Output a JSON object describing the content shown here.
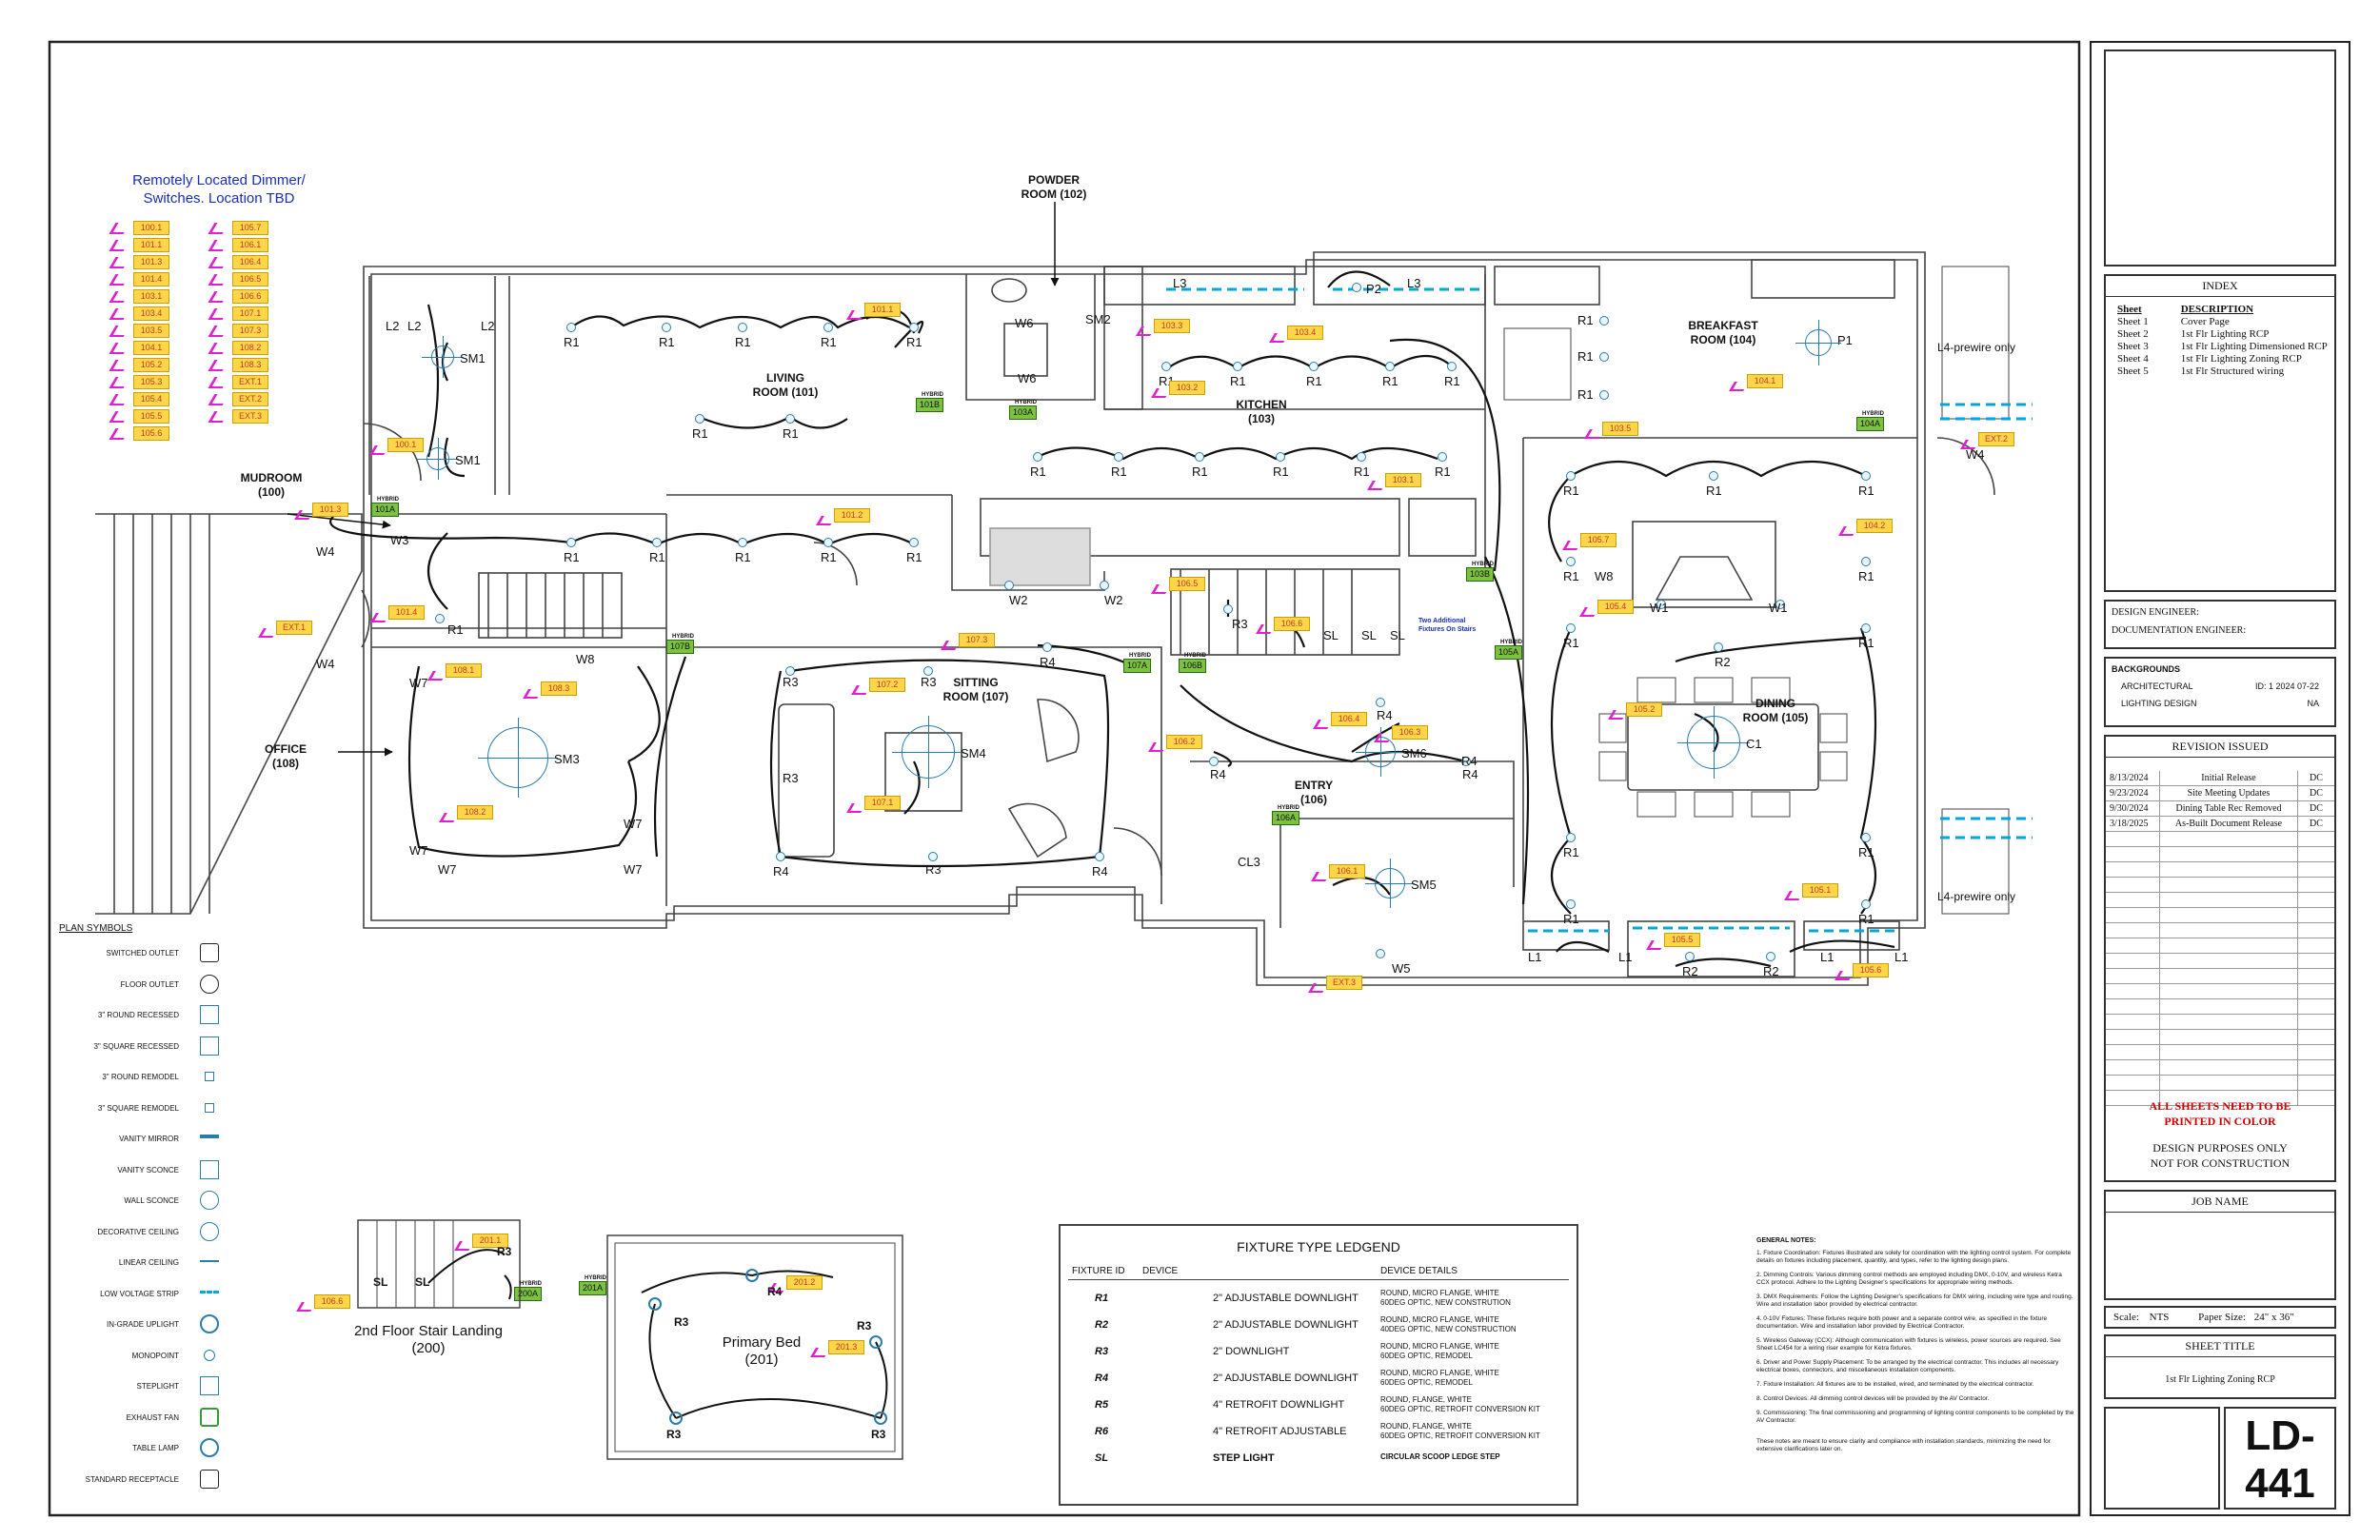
{
  "remote": {
    "title_line1": "Remotely Located Dimmer/",
    "title_line2": "Switches. Location TBD",
    "col1": [
      "100.1",
      "101.1",
      "101.3",
      "101.4",
      "103.1",
      "103.4",
      "103.5",
      "104.1",
      "105.2",
      "105.3",
      "105.4",
      "105.5",
      "105.6"
    ],
    "col2": [
      "105.7",
      "106.1",
      "106.4",
      "106.5",
      "106.6",
      "107.1",
      "107.3",
      "108.2",
      "108.3",
      "EXT.1",
      "EXT.2",
      "EXT.3"
    ]
  },
  "rooms": {
    "powder": {
      "name": "POWDER",
      "num": "ROOM (102)"
    },
    "living": {
      "name": "LIVING",
      "num": "ROOM (101)"
    },
    "kitchen": {
      "name": "KITCHEN",
      "num": "(103)"
    },
    "breakfast": {
      "name": "BREAKFAST",
      "num": "ROOM (104)"
    },
    "mudroom": {
      "name": "MUDROOM",
      "num": "(100)"
    },
    "office": {
      "name": "OFFICE",
      "num": "(108)"
    },
    "sitting": {
      "name": "SITTING",
      "num": "ROOM (107)"
    },
    "entry": {
      "name": "ENTRY",
      "num": "(106)"
    },
    "dining": {
      "name": "DINING",
      "num": "ROOM (105)"
    },
    "stair": {
      "name": "2nd Floor Stair Landing",
      "num": "(200)"
    },
    "bed": {
      "name": "Primary Bed",
      "num": "(201)"
    }
  },
  "notes_plan": {
    "l4_top": "L4-prewire only",
    "l4_bottom": "L4-prewire only",
    "stairs_note": "Two Additional Fixtures On Stairs",
    "hybrid": "HYBRID"
  },
  "plan_symbols": {
    "title": "PLAN SYMBOLS",
    "items": [
      {
        "label": "SWITCHED OUTLET",
        "icon": "switched-outlet-icon"
      },
      {
        "label": "FLOOR OUTLET",
        "icon": "floor-outlet-icon"
      },
      {
        "label": "3\" ROUND RECESSED",
        "icon": "round-recessed-icon"
      },
      {
        "label": "3\" SQUARE RECESSED",
        "icon": "square-recessed-icon"
      },
      {
        "label": "3\" ROUND REMODEL",
        "icon": "round-remodel-icon"
      },
      {
        "label": "3\" SQUARE REMODEL",
        "icon": "square-remodel-icon"
      },
      {
        "label": "VANITY MIRROR",
        "icon": "vanity-mirror-icon"
      },
      {
        "label": "VANITY SCONCE",
        "icon": "vanity-sconce-icon"
      },
      {
        "label": "WALL SCONCE",
        "icon": "wall-sconce-icon"
      },
      {
        "label": "DECORATIVE CEILING",
        "icon": "decorative-ceiling-icon"
      },
      {
        "label": "LINEAR CEILING",
        "icon": "linear-ceiling-icon"
      },
      {
        "label": "LOW VOLTAGE STRIP",
        "icon": "low-voltage-strip-icon"
      },
      {
        "label": "IN-GRADE UPLIGHT",
        "icon": "in-grade-uplight-icon"
      },
      {
        "label": "MONOPOINT",
        "icon": "monopoint-icon"
      },
      {
        "label": "STEPLIGHT",
        "icon": "steplight-icon"
      },
      {
        "label": "EXHAUST FAN",
        "icon": "exhaust-fan-icon"
      },
      {
        "label": "TABLE LAMP",
        "icon": "table-lamp-icon"
      },
      {
        "label": "STANDARD RECEPTACLE",
        "icon": "standard-receptacle-icon"
      }
    ]
  },
  "legend": {
    "title": "FIXTURE TYPE LEDGEND",
    "col_id": "FIXTURE ID",
    "col_device": "DEVICE",
    "col_details": "DEVICE DETAILS",
    "rows": [
      {
        "id": "R1",
        "device": "2\" ADJUSTABLE DOWNLIGHT",
        "d1": "ROUND, MICRO FLANGE, WHITE",
        "d2": "60DEG OPTIC, NEW CONSTRUTION"
      },
      {
        "id": "R2",
        "device": "2\" ADJUSTABLE DOWNLIGHT",
        "d1": "ROUND, MICRO FLANGE, WHITE",
        "d2": "40DEG OPTIC, NEW CONSTRUCTION"
      },
      {
        "id": "R3",
        "device": "2\" DOWNLIGHT",
        "d1": "ROUND, MICRO FLANGE, WHITE",
        "d2": "60DEG OPTIC, REMODEL"
      },
      {
        "id": "R4",
        "device": "2\" ADJUSTABLE DOWNLIGHT",
        "d1": "ROUND, MICRO FLANGE, WHITE",
        "d2": "60DEG OPTIC, REMODEL"
      },
      {
        "id": "R5",
        "device": "4\" RETROFIT DOWNLIGHT",
        "d1": "ROUND, FLANGE, WHITE",
        "d2": "60DEG OPTIC, RETROFIT CONVERSION KIT"
      },
      {
        "id": "R6",
        "device": "4\" RETROFIT ADJUSTABLE",
        "d1": "ROUND, FLANGE, WHITE",
        "d2": "60DEG OPTIC, RETROFIT CONVERSION KIT"
      },
      {
        "id": "SL",
        "device": "STEP LIGHT",
        "d1": "CIRCULAR SCOOP LEDGE STEP",
        "d2": ""
      }
    ]
  },
  "general_notes": {
    "title": "GENERAL NOTES:",
    "items": [
      "1. Fixture Coordination: Fixtures illustrated are solely for coordination with the lighting control system. For complete details on fixtures including placement, quantity, and types, refer to the lighting design plans.",
      "2. Dimming Controls: Various dimming control methods are employed including DMX, 0-10V, and wireless Ketra CCX protocol. Adhere to the Lighting Designer's specifications for appropriate wiring methods.",
      "3. DMX Requirements: Follow the Lighting Designer's specifications for DMX wiring, including wire type and routing. Wire and installation labor provided by electrical contractor.",
      "4. 0-10V Fixtures: These fixtures require both power and a separate control wire, as specified in the fixture documentation. Wire and installation labor provided by Electrical Contractor.",
      "5. Wireless Gateway (CCX): Although communication with fixtures is wireless, power sources are required. See Sheet LC454 for a wiring riser example for Ketra fixtures.",
      "6. Driver and Power Supply Placement: To be arranged by the electrical contractor. This includes all necessary electrical boxes, connectors, and miscellaneous installation components.",
      "7. Fixture Installation: All fixtures are to be installed, wired, and terminated by the electrical contractor.",
      "8. Control Devices: All dimming control devices will be provided by the AV Contractor.",
      "9. Commissioning: The final commissioning and programming of lighting control components to be completed by the AV Contractor."
    ],
    "footer": "These notes are meant to ensure clarity and compliance with installation standards, minimizing the need for extensive clarifications later on."
  },
  "titleblock": {
    "index_title": "INDEX",
    "sheet_hdr": "Sheet",
    "desc_hdr": "DESCRIPTION",
    "sheets": [
      {
        "s": "Sheet 1",
        "d": "Cover Page"
      },
      {
        "s": "Sheet 2",
        "d": "1st Flr Lighting RCP"
      },
      {
        "s": "Sheet 3",
        "d": "1st Flr Lighting Dimensioned RCP"
      },
      {
        "s": "Sheet 4",
        "d": "1st Flr Lighting Zoning RCP"
      },
      {
        "s": "Sheet 5",
        "d": "1st Flr Structured wiring"
      }
    ],
    "design_engineer": "DESIGN ENGINEER:",
    "doc_engineer": "DOCUMENTATION ENGINEER:",
    "backgrounds_title": "BACKGROUNDS",
    "bg_rows": [
      {
        "a": "ARCHITECTURAL",
        "b": "ID: 1 2024 07-22"
      },
      {
        "a": "LIGHTING DESIGN",
        "b": "NA"
      }
    ],
    "revision_title": "REVISION ISSUED",
    "revisions": [
      {
        "date": "8/13/2024",
        "desc": "Initial Release",
        "by": "DC"
      },
      {
        "date": "9/23/2024",
        "desc": "Site Meeting Updates",
        "by": "DC"
      },
      {
        "date": "9/30/2024",
        "desc": "Dining Table Rec Removed",
        "by": "DC"
      },
      {
        "date": "3/18/2025",
        "desc": "As-Built Document Release",
        "by": "DC"
      }
    ],
    "warning1": "ALL SHEETS NEED TO BE",
    "warning2": "PRINTED IN COLOR",
    "purpose1": "DESIGN PURPOSES ONLY",
    "purpose2": "NOT FOR CONSTRUCTION",
    "job_name": "JOB NAME",
    "scale_label": "Scale:",
    "scale_value": "NTS",
    "paper_label": "Paper Size:",
    "paper_value": "24\" x 36\"",
    "sheet_title_label": "SHEET TITLE",
    "sheet_title": "1st Flr Lighting Zoning RCP",
    "sheet_no_1": "LD-",
    "sheet_no_2": "441"
  },
  "colors": {
    "tag": "#ffd54a",
    "tag_text": "#c0392b",
    "hybrid": "#7cc142",
    "fixture": "#2a7da8",
    "strip": "#00a7d8",
    "arrow": "#e020d0",
    "blue_text": "#1a2fb0",
    "warn": "#cc0000"
  }
}
